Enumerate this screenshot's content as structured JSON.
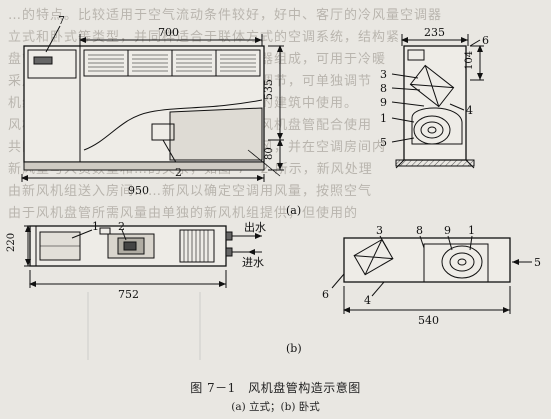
{
  "figure": {
    "title": "图 7－1　风机盘管构造示意图",
    "subtitle": "(a) 立式；(b) 卧式"
  },
  "view_a": {
    "label": "(a)",
    "dimensions": {
      "width_top": "700",
      "width_bottom": "950",
      "height": "535",
      "base_height": "80",
      "side_width": "235",
      "side_top": "104"
    },
    "part_labels": [
      "7",
      "2",
      "6",
      "3",
      "8",
      "9",
      "4",
      "1",
      "5"
    ]
  },
  "view_b": {
    "label": "(b)",
    "dimensions": {
      "height": "220",
      "length": "752",
      "side_length": "540"
    },
    "labels": {
      "outlet": "出水",
      "inlet": "进水"
    },
    "part_labels": [
      "1",
      "2",
      "3",
      "8",
      "9",
      "1",
      "5",
      "6",
      "4"
    ]
  },
  "background_text": [
    "…的特点。比较适用于空气流动条件较好，好中、客厅的冷风量空调器",
    "立式和卧式等类型，并同样适合于联体方式的空调系统，结构紧",
    "盘管由外壳、盘管、风机、电动机及过滤器组成，可用于冷暖",
    "采用可调整风扇和电机的转速，可用遥控调节，可单独调节",
    "机组，调节比较方便，较宜于在中等规模的建筑中使用。",
    "风机盘管在全空气系统中，将空气系统与风机盘管配合使用",
    "共同一条…于…形成空气的用户的空调送风，并在空调房间内",
    "新风量与人员数量和…的关系，如图 7－2 所示，新风处理",
    "由新风机组送入房间……新风以确定空调用风量，按照空气",
    "由于风机盘管所需风量由单独的新风机组提供，但使用的"
  ]
}
